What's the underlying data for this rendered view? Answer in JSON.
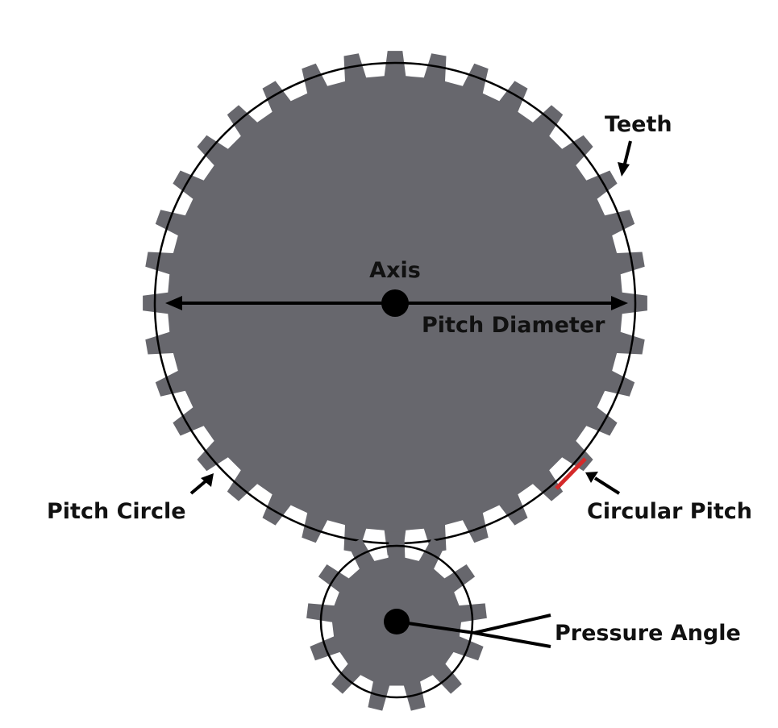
{
  "labels": {
    "teeth": "Teeth",
    "axis": "Axis",
    "pitch_diameter": "Pitch Diameter",
    "pitch_circle": "Pitch Circle",
    "circular_pitch": "Circular Pitch",
    "pressure_angle": "Pressure Angle"
  },
  "large_gear": {
    "teeth": 36,
    "fill_color": "#67676d"
  },
  "small_gear": {
    "teeth": 13,
    "fill_color": "#67676d"
  },
  "colors": {
    "gear": "#67676d",
    "line": "#000000",
    "circular_pitch_marker": "#d42a2a",
    "background": "#ffffff"
  }
}
